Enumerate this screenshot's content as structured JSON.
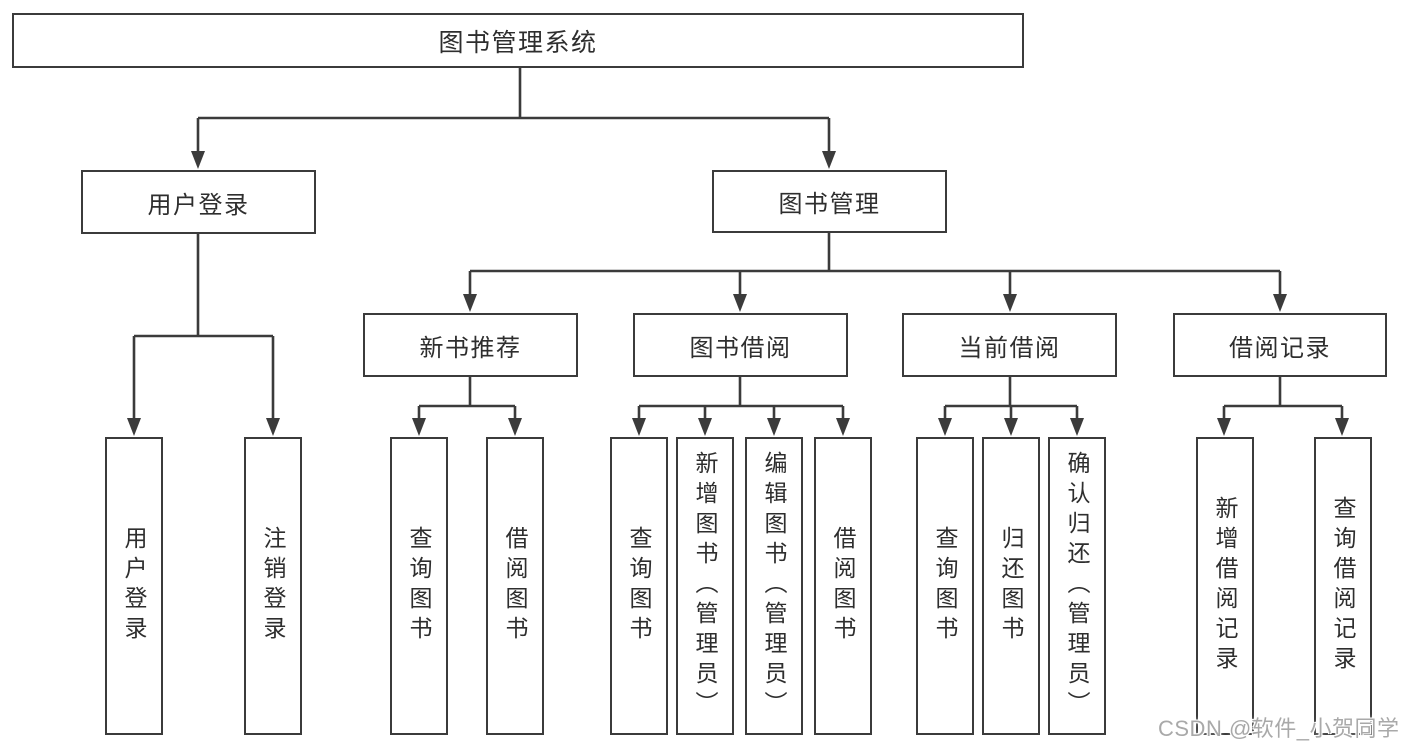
{
  "colors": {
    "background": "#ffffff",
    "line": "#3b3b3b",
    "box_border": "#3b3b3b",
    "text": "#2e2e2e",
    "watermark": "#a9a9a9"
  },
  "tree": {
    "label": "图书管理系统",
    "children": [
      {
        "label": "用户登录",
        "children": [
          {
            "label": "用户登录"
          },
          {
            "label": "注销登录"
          }
        ]
      },
      {
        "label": "图书管理",
        "children": [
          {
            "label": "新书推荐",
            "children": [
              {
                "label": "查询图书"
              },
              {
                "label": "借阅图书"
              }
            ]
          },
          {
            "label": "图书借阅",
            "children": [
              {
                "label": "查询图书"
              },
              {
                "label": "新增图书（管理员）"
              },
              {
                "label": "编辑图书（管理员）"
              },
              {
                "label": "借阅图书"
              }
            ]
          },
          {
            "label": "当前借阅",
            "children": [
              {
                "label": "查询图书"
              },
              {
                "label": "归还图书"
              },
              {
                "label": "确认归还（管理员）"
              }
            ]
          },
          {
            "label": "借阅记录",
            "children": [
              {
                "label": "新增借阅记录"
              },
              {
                "label": "查询借阅记录"
              }
            ]
          }
        ]
      }
    ]
  },
  "watermark": {
    "text": "CSDN @软件_小贺同学"
  }
}
